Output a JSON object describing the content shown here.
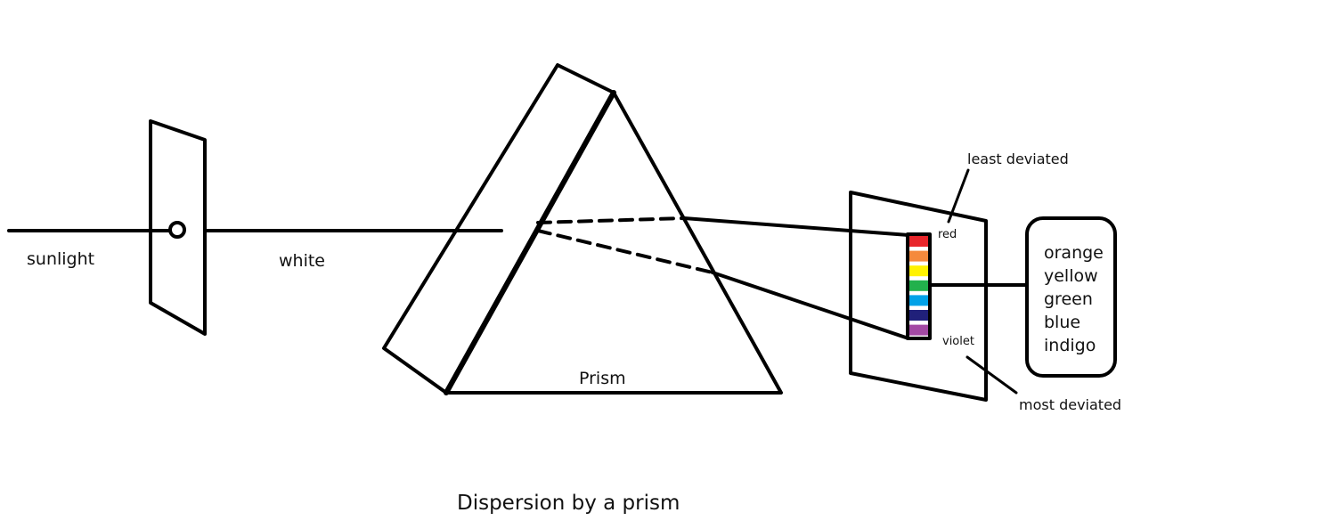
{
  "labels": {
    "sunlight": "sunlight",
    "white": "white",
    "prism": "Prism",
    "red": "red",
    "violet": "violet",
    "least_deviated": "least deviated",
    "most_deviated": "most deviated",
    "caption": "Dispersion by a prism"
  },
  "color_names": [
    "orange",
    "yellow",
    "green",
    "blue",
    "indigo"
  ],
  "spectrum": [
    {
      "name": "red",
      "color": "#e8262b"
    },
    {
      "name": "orange",
      "color": "#f58a3c"
    },
    {
      "name": "yellow",
      "color": "#fff200"
    },
    {
      "name": "green",
      "color": "#22b14c"
    },
    {
      "name": "blue",
      "color": "#00a2e8"
    },
    {
      "name": "indigo",
      "color": "#20207a"
    },
    {
      "name": "violet",
      "color": "#a349a4"
    }
  ]
}
